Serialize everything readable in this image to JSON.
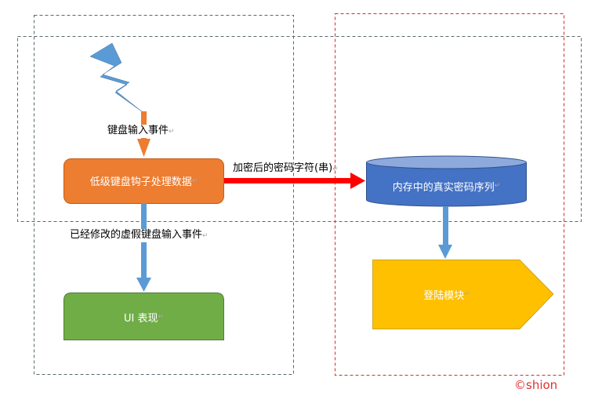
{
  "labels": {
    "keyboard_event": "键盘输入事件",
    "encrypted_chars": "加密后的密码字符(串)",
    "modified_event": "已经修改的虚假键盘输入事件"
  },
  "nodes": {
    "hook": "低级键盘钩子处理数据",
    "memory": "内存中的真实密码序列",
    "ui": "UI 表现",
    "login": "登陆模块"
  },
  "return_mark": "↵",
  "copyright": "©shion",
  "colors": {
    "orange": "#ED7D31",
    "blue": "#4472C4",
    "lightblue": "#5B9BD5",
    "green": "#70AD47",
    "yellow": "#FFC000",
    "red": "#FF0000"
  }
}
